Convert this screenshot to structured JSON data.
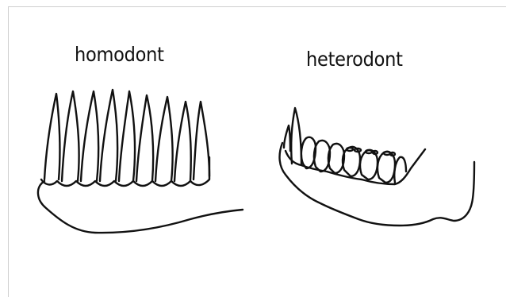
{
  "labels": {
    "homodont": "homodont",
    "heterodont": "heterodont"
  },
  "teeth": {
    "homodont_count": 9,
    "heterodont_molar_count": 7
  },
  "colors": {
    "background": "#ffffff",
    "ink": "#111111",
    "frame": "#cfcfcf"
  }
}
